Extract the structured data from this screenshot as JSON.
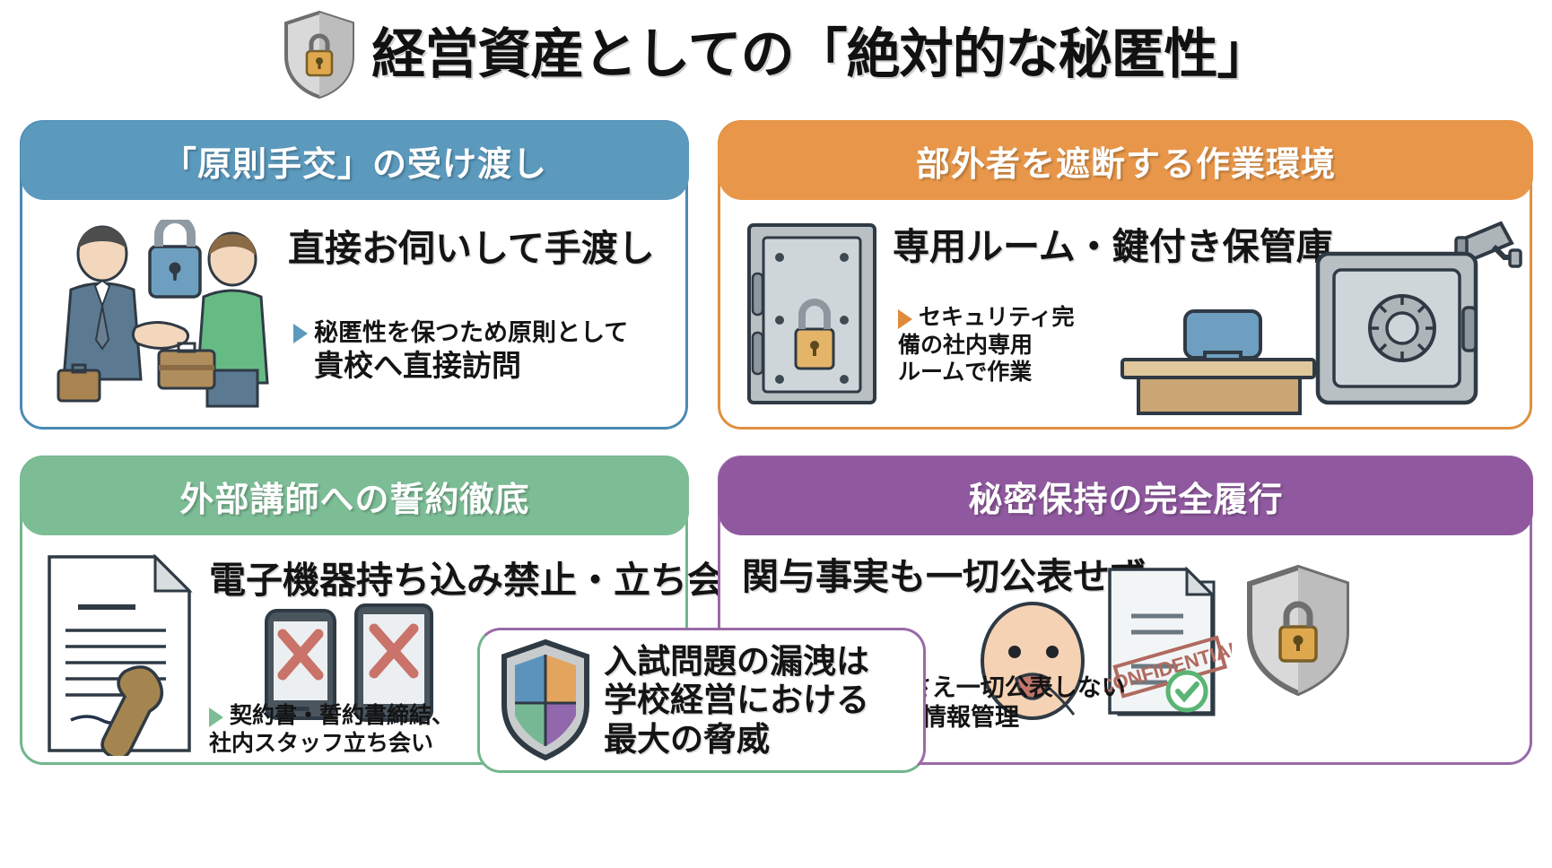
{
  "title": {
    "text": "経営資産としての「絶対的な秘匿性」",
    "icon": "shield-lock-icon"
  },
  "colors": {
    "blue": "#5b99bd",
    "orange": "#e8974a",
    "green": "#7dbd96",
    "purple": "#90599f"
  },
  "cards": [
    {
      "id": "handover",
      "header": "「原則手交」の受け渡し",
      "main": "直接お伺いして手渡し",
      "bullet_line1": "秘匿性を保つため原則として",
      "bullet_line2": "貴校へ直接訪問",
      "icons": [
        "handshake-people-icon",
        "padlock-icon",
        "briefcase-icon"
      ]
    },
    {
      "id": "work-environment",
      "header": "部外者を遮断する作業環境",
      "main": "専用ルーム・鍵付き保管庫",
      "bullet_line1": "セキュリティ完",
      "bullet_line2": "備の社内専用",
      "bullet_line3": "ルームで作業",
      "icons": [
        "secure-door-icon",
        "security-camera-icon",
        "desk-icon",
        "safe-vault-icon"
      ]
    },
    {
      "id": "external-lecturer",
      "header": "外部講師への誓約徹底",
      "main": "電子機器持ち込み禁止・立ち会い",
      "bullet_line1": "契約書・誓約書締結、",
      "bullet_line2": "社内スタッフ立ち会い",
      "icons": [
        "contract-document-icon",
        "stamp-icon",
        "smartphone-prohibited-icon",
        "tablet-prohibited-icon"
      ]
    },
    {
      "id": "confidentiality",
      "header": "秘密保持の完全履行",
      "main": "関与事実も一切公表せず",
      "bullet_line1": "貴校との関係さえ一切公表しない",
      "bullet_line2": "徹底した情報管理",
      "icons": [
        "silent-face-icon",
        "confidential-document-icon",
        "shield-lock-icon"
      ]
    }
  ],
  "center_callout": {
    "line1": "入試問題の漏洩は",
    "line2": "学校経営における",
    "line3": "最大の脅威",
    "icon": "quadrant-shield-icon",
    "stamp_label": "CONFIDENTIAL"
  }
}
